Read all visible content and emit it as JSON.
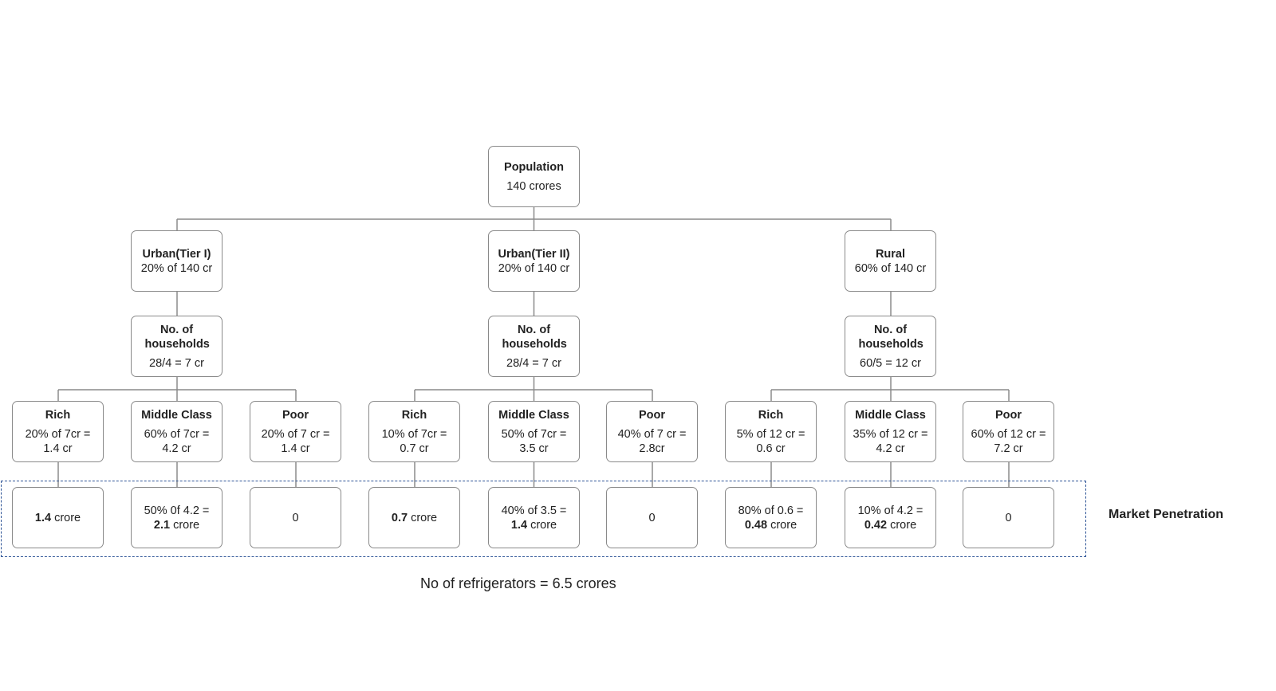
{
  "root": {
    "title": "Population",
    "value": "140 crores"
  },
  "segments": [
    {
      "title": "Urban(Tier I)",
      "share": "20% of 140 cr",
      "households": {
        "title": "No. of households",
        "value": "28/4 = 7 cr"
      },
      "classes": [
        {
          "title": "Rich",
          "line1": "20% of 7cr =",
          "line2": "1.4 cr",
          "pen_line1": "",
          "pen_bold": "1.4",
          "pen_rest": " crore"
        },
        {
          "title": "Middle Class",
          "line1": "60% of 7cr =",
          "line2": "4.2 cr",
          "pen_line1": "50% 0f 4.2 =",
          "pen_bold": "2.1",
          "pen_rest": " crore"
        },
        {
          "title": "Poor",
          "line1": "20% of 7 cr =",
          "line2": "1.4 cr",
          "pen_line1": "",
          "pen_bold": "",
          "pen_rest": "0"
        }
      ]
    },
    {
      "title": "Urban(Tier II)",
      "share": "20% of 140 cr",
      "households": {
        "title": "No. of households",
        "value": "28/4 = 7 cr"
      },
      "classes": [
        {
          "title": "Rich",
          "line1": "10% of 7cr =",
          "line2": "0.7 cr",
          "pen_line1": "",
          "pen_bold": "0.7",
          "pen_rest": " crore"
        },
        {
          "title": "Middle Class",
          "line1": "50% of 7cr =",
          "line2": "3.5 cr",
          "pen_line1": "40% of 3.5 =",
          "pen_bold": "1.4",
          "pen_rest": " crore"
        },
        {
          "title": "Poor",
          "line1": "40% of 7 cr =",
          "line2": "2.8cr",
          "pen_line1": "",
          "pen_bold": "",
          "pen_rest": "0"
        }
      ]
    },
    {
      "title": "Rural",
      "share": "60% of 140 cr",
      "households": {
        "title": "No. of households",
        "value": "60/5 = 12 cr"
      },
      "classes": [
        {
          "title": "Rich",
          "line1": "5% of 12 cr =",
          "line2": "0.6 cr",
          "pen_line1": "80% of 0.6 =",
          "pen_bold": "0.48",
          "pen_rest": " crore"
        },
        {
          "title": "Middle Class",
          "line1": "35% of 12 cr =",
          "line2": "4.2 cr",
          "pen_line1": "10% of 4.2 =",
          "pen_bold": "0.42",
          "pen_rest": " crore"
        },
        {
          "title": "Poor",
          "line1": "60% of 12 cr =",
          "line2": "7.2 cr",
          "pen_line1": "",
          "pen_bold": "",
          "pen_rest": "0"
        }
      ]
    }
  ],
  "market_penetration_label": "Market Penetration",
  "total_text": "No of refrigerators =  6.5 crores"
}
